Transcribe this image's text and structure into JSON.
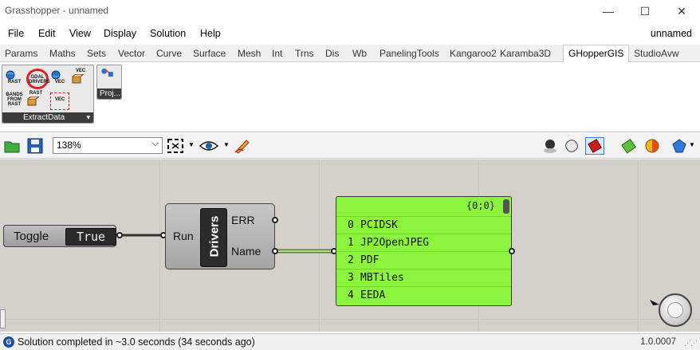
{
  "window": {
    "title": "Grasshopper - unnamed",
    "minimize": "—",
    "maximize": "☐",
    "close": "✕"
  },
  "menu": {
    "items": [
      "File",
      "Edit",
      "View",
      "Display",
      "Solution",
      "Help"
    ],
    "document": "unnamed"
  },
  "tabs": [
    "Params",
    "Maths",
    "Sets",
    "Vector",
    "Curve",
    "Surface",
    "Mesh",
    "Int",
    "Trns",
    "Dis",
    "Wb",
    "PanelingTools",
    "Kangaroo2",
    "Karamba3D",
    "GHopperGIS",
    "StudioAvw"
  ],
  "active_tab": "GHopperGIS",
  "ribbon": {
    "panel_label": "ExtractData",
    "icons": [
      {
        "label": "RAST",
        "icon": "globe-raster-icon"
      },
      {
        "label": "GDAL DRIVERS",
        "icon": "gdal-drivers-icon"
      },
      {
        "label": "VEC",
        "icon": "globe-vector-icon"
      },
      {
        "label": "VEC",
        "icon": "box-vector-icon"
      },
      {
        "label": "BANDS FROM RAST",
        "icon": "bands-raster-icon"
      },
      {
        "label": "RAST",
        "icon": "box-raster-icon"
      },
      {
        "label": "VEC",
        "icon": "vector-frame-icon"
      }
    ],
    "proj_label": "Proj..."
  },
  "toolbar": {
    "zoom": "138%"
  },
  "canvas": {
    "toggle": {
      "label": "Toggle",
      "value": "True"
    },
    "component": {
      "name": "Drivers",
      "input": "Run",
      "outputs": [
        "ERR",
        "Name"
      ]
    },
    "panel": {
      "path": "{0;0}",
      "rows": [
        {
          "index": "0",
          "value": "PCIDSK"
        },
        {
          "index": "1",
          "value": "JP2OpenJPEG"
        },
        {
          "index": "2",
          "value": "PDF"
        },
        {
          "index": "3",
          "value": "MBTiles"
        },
        {
          "index": "4",
          "value": "EEDA"
        }
      ]
    }
  },
  "status": {
    "icon": "g-icon",
    "message": "Solution completed in ~3.0 seconds (34 seconds ago)",
    "version": "1.0.0007"
  },
  "colors": {
    "panel_green": "#8af53c",
    "canvas_bg": "#d4d1cb",
    "highlight_red": "#e02020"
  }
}
